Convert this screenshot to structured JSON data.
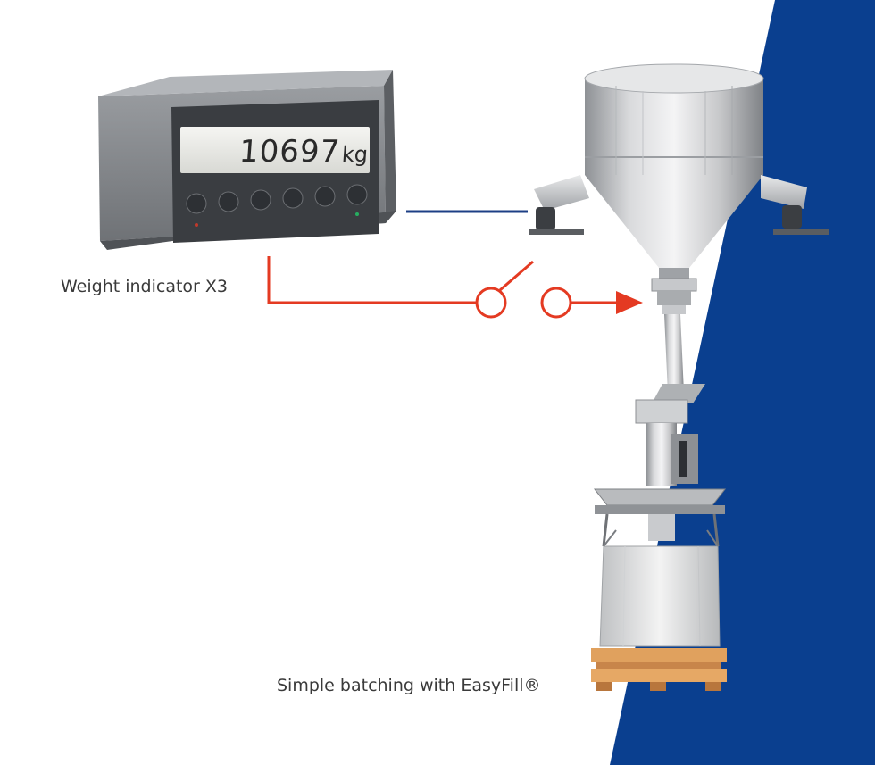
{
  "labels": {
    "indicator": "Weight indicator X3",
    "batching": "Simple batching with EasyFill®"
  },
  "display": {
    "value": "10697",
    "unit": "kg"
  },
  "colors": {
    "panel_blue": "#0a3f8f",
    "signal_line": "#e43a22",
    "data_line": "#1d3f85"
  }
}
